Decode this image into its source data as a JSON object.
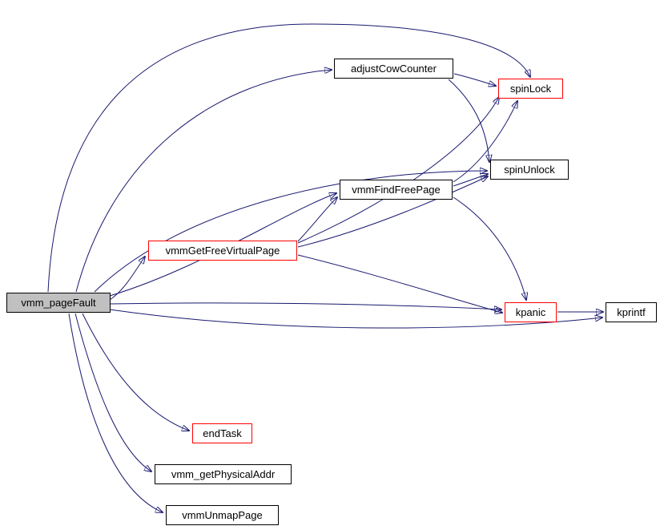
{
  "diagram": {
    "type": "call-graph",
    "root_function": "vmm_pageFault"
  },
  "colors": {
    "edge": "#191970",
    "node_border": "#000000",
    "highlight_border": "#ff0000",
    "main_node_fill": "#c0c0c0",
    "node_fill": "#ffffff",
    "text": "#000000",
    "background": "#ffffff"
  },
  "nodes": [
    {
      "id": "vmm_pageFault",
      "label": "vmm_pageFault",
      "style": "main",
      "border": "black"
    },
    {
      "id": "adjustCowCounter",
      "label": "adjustCowCounter",
      "style": "plain",
      "border": "black"
    },
    {
      "id": "spinLock",
      "label": "spinLock",
      "style": "plain",
      "border": "red"
    },
    {
      "id": "spinUnlock",
      "label": "spinUnlock",
      "style": "plain",
      "border": "black"
    },
    {
      "id": "vmmFindFreePage",
      "label": "vmmFindFreePage",
      "style": "plain",
      "border": "black"
    },
    {
      "id": "vmmGetFreeVirtualPage",
      "label": "vmmGetFreeVirtualPage",
      "style": "plain",
      "border": "red"
    },
    {
      "id": "kpanic",
      "label": "kpanic",
      "style": "plain",
      "border": "red"
    },
    {
      "id": "kprintf",
      "label": "kprintf",
      "style": "plain",
      "border": "black"
    },
    {
      "id": "endTask",
      "label": "endTask",
      "style": "plain",
      "border": "red"
    },
    {
      "id": "vmm_getPhysicalAddr",
      "label": "vmm_getPhysicalAddr",
      "style": "plain",
      "border": "black"
    },
    {
      "id": "vmmUnmapPage",
      "label": "vmmUnmapPage",
      "style": "plain",
      "border": "black"
    }
  ],
  "edges": [
    {
      "from": "vmm_pageFault",
      "to": "adjustCowCounter"
    },
    {
      "from": "vmm_pageFault",
      "to": "spinLock"
    },
    {
      "from": "vmm_pageFault",
      "to": "spinUnlock"
    },
    {
      "from": "vmm_pageFault",
      "to": "vmmFindFreePage"
    },
    {
      "from": "vmm_pageFault",
      "to": "vmmGetFreeVirtualPage"
    },
    {
      "from": "vmm_pageFault",
      "to": "kpanic"
    },
    {
      "from": "vmm_pageFault",
      "to": "kprintf"
    },
    {
      "from": "vmm_pageFault",
      "to": "endTask"
    },
    {
      "from": "vmm_pageFault",
      "to": "vmm_getPhysicalAddr"
    },
    {
      "from": "vmm_pageFault",
      "to": "vmmUnmapPage"
    },
    {
      "from": "adjustCowCounter",
      "to": "spinLock"
    },
    {
      "from": "adjustCowCounter",
      "to": "spinUnlock"
    },
    {
      "from": "vmmFindFreePage",
      "to": "spinLock"
    },
    {
      "from": "vmmFindFreePage",
      "to": "spinUnlock"
    },
    {
      "from": "vmmFindFreePage",
      "to": "kpanic"
    },
    {
      "from": "vmmGetFreeVirtualPage",
      "to": "spinLock"
    },
    {
      "from": "vmmGetFreeVirtualPage",
      "to": "spinUnlock"
    },
    {
      "from": "vmmGetFreeVirtualPage",
      "to": "vmmFindFreePage"
    },
    {
      "from": "vmmGetFreeVirtualPage",
      "to": "kpanic"
    },
    {
      "from": "kpanic",
      "to": "kprintf"
    }
  ]
}
